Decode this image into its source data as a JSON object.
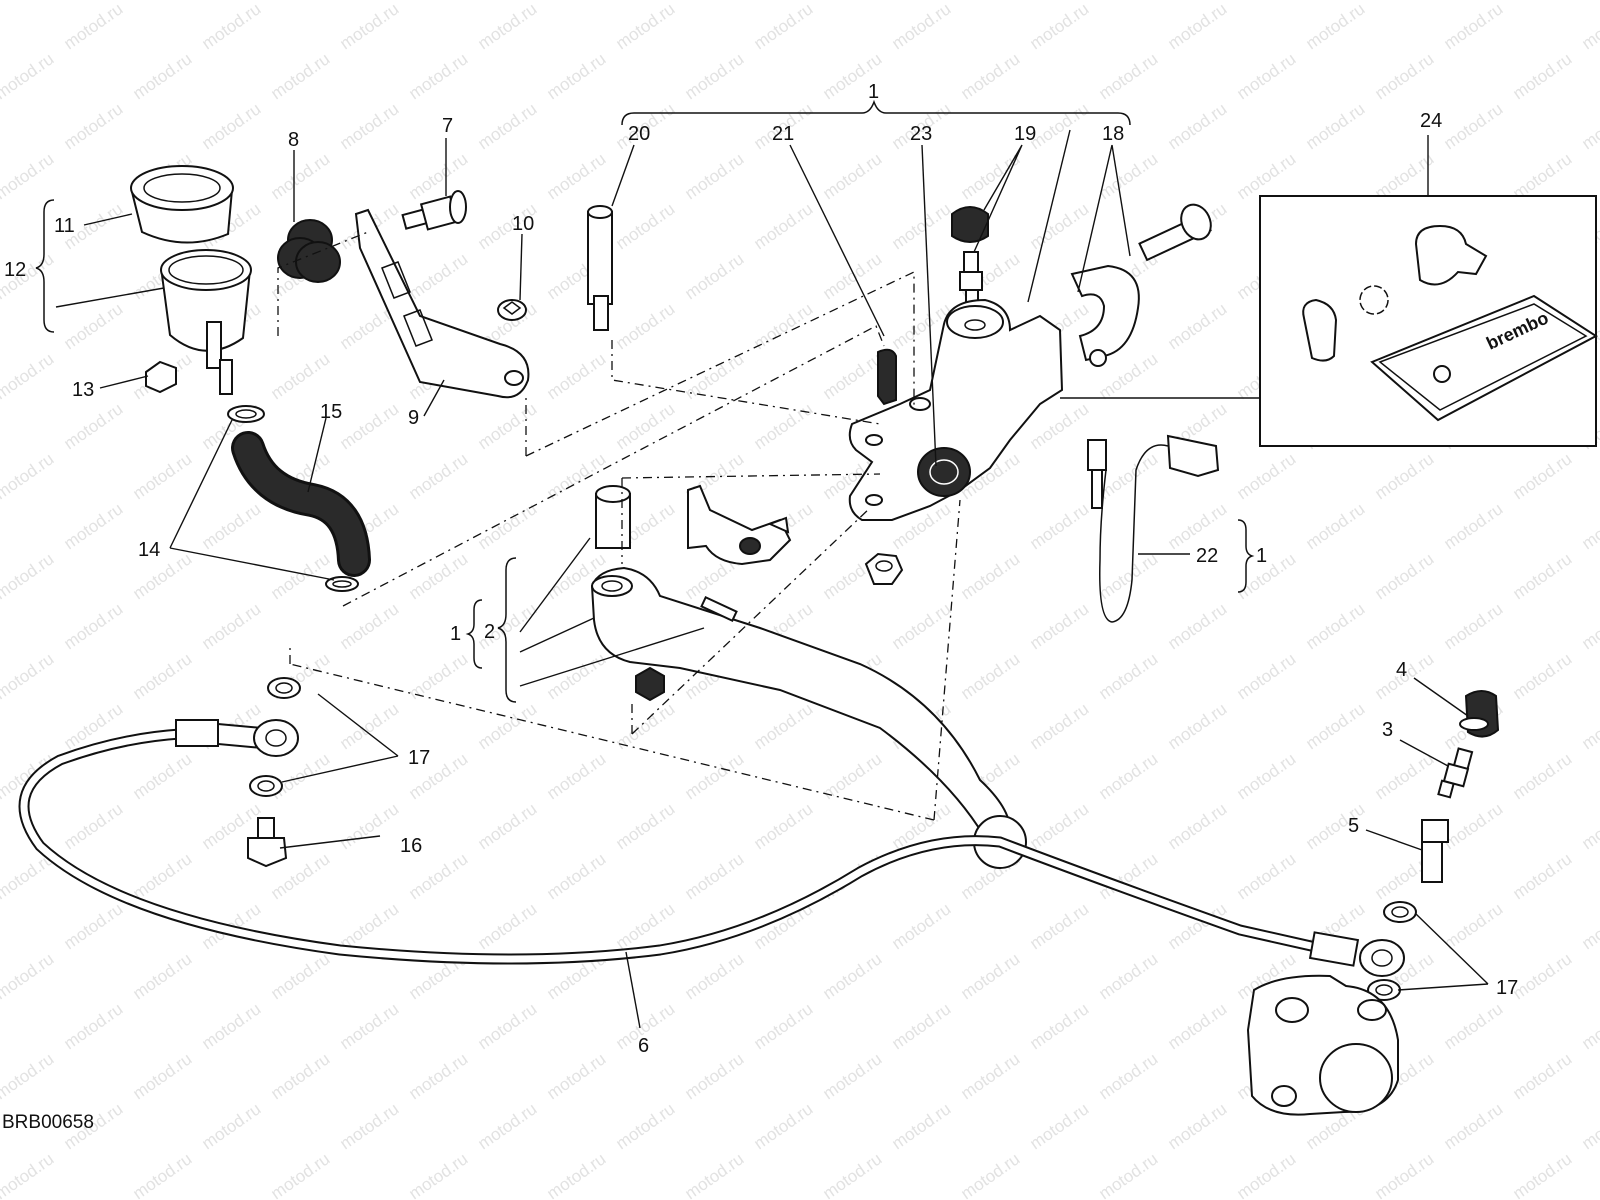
{
  "watermark": "motod.ru",
  "diagram_code": "BRB00658",
  "callouts": {
    "c1": "1",
    "c1b": "1",
    "c1c": "1",
    "c2": "2",
    "c3": "3",
    "c4": "4",
    "c5": "5",
    "c6": "6",
    "c7": "7",
    "c8": "8",
    "c9": "9",
    "c10": "10",
    "c11": "11",
    "c12": "12",
    "c13": "13",
    "c14": "14",
    "c15": "15",
    "c16": "16",
    "c17a": "17",
    "c17b": "17",
    "c18": "18",
    "c19": "19",
    "c20": "20",
    "c21": "21",
    "c22": "22",
    "c23": "23",
    "c24": "24"
  },
  "kit_brand": "brembo",
  "colors": {
    "line": "#111111",
    "watermark": "#e2e2e2",
    "part_dark": "#2a2a2a"
  }
}
